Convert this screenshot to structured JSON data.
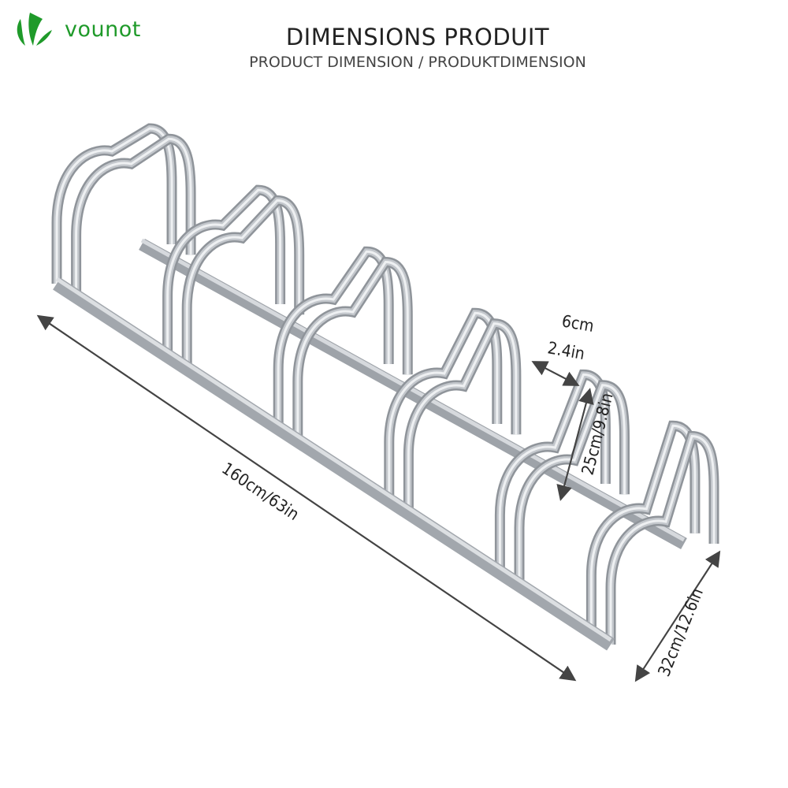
{
  "brand": {
    "name": "vounot",
    "color": "#1f9a2a"
  },
  "header": {
    "title": "DIMENSIONS PRODUIT",
    "subtitle": "PRODUCT DIMENSION / PRODUKTDIMENSION"
  },
  "dimensions": {
    "length": "160cm/63in",
    "width": "32cm/12.6in",
    "height": "25cm/9.8in",
    "tube_cm": "6cm",
    "tube_in": "2.4in"
  },
  "product": {
    "slots": 6,
    "metal_color": "#b8bcc2"
  }
}
